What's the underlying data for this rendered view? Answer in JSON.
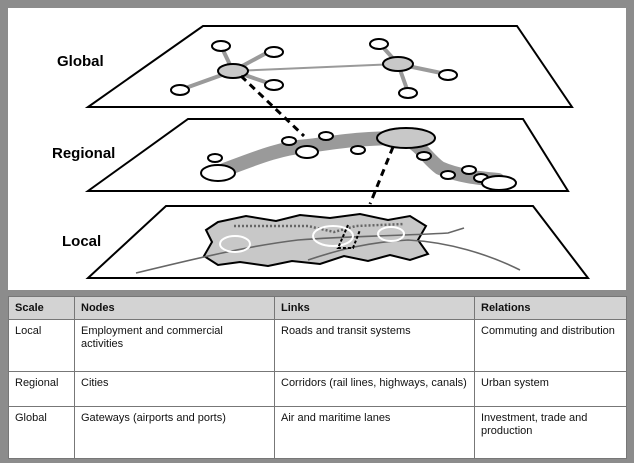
{
  "diagram": {
    "layers": [
      {
        "label": "Global"
      },
      {
        "label": "Regional"
      },
      {
        "label": "Local"
      }
    ]
  },
  "table": {
    "headers": [
      "Scale",
      "Nodes",
      "Links",
      "Relations"
    ],
    "rows": [
      [
        "Local",
        "Employment and commercial activities",
        "Roads and transit systems",
        "Commuting and distribution"
      ],
      [
        "Regional",
        "Cities",
        "Corridors (rail lines, highways, canals)",
        "Urban system"
      ],
      [
        "Global",
        "Gateways (airports and ports)",
        "Air and maritime lanes",
        "Investment, trade and production"
      ]
    ]
  }
}
